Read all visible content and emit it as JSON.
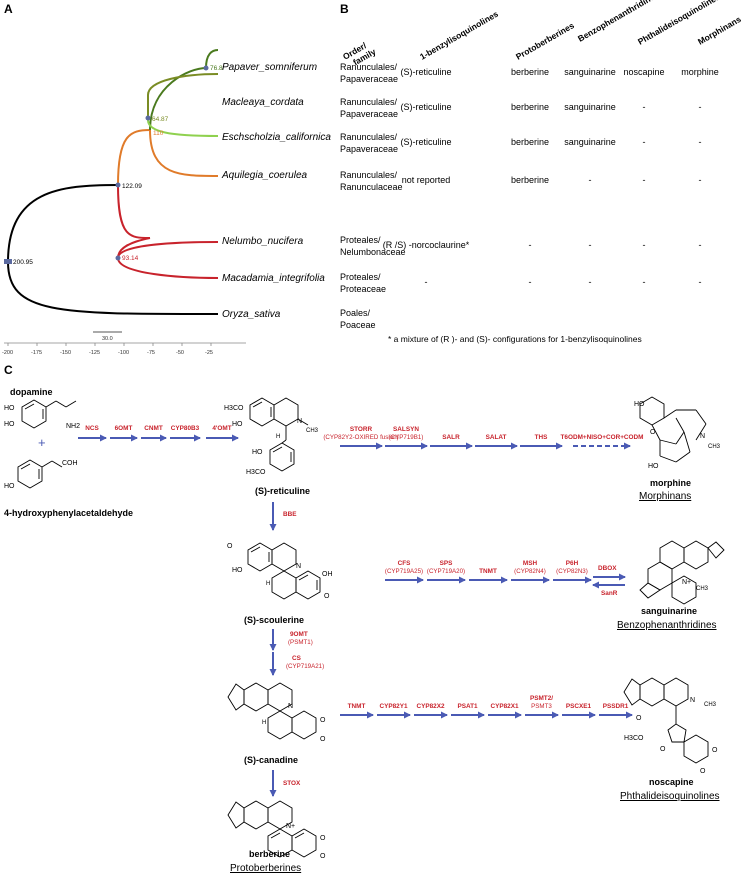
{
  "panels": {
    "a": "A",
    "b": "B",
    "c": "C"
  },
  "tree": {
    "species": [
      "Papaver_somniferum",
      "Macleaya_cordata",
      "Eschscholzia_californica",
      "Aquilegia_coerulea",
      "Nelumbo_nucifera",
      "Macadamia_integrifolia",
      "Oryza_sativa"
    ],
    "nodes": {
      "root": "200.95",
      "n2": "122.09",
      "n3": "110",
      "n4": "76.8",
      "n5": "64.87",
      "n6": "93.14"
    },
    "scale_label": "30.0",
    "axis_ticks": [
      "-200",
      "-175",
      "-150",
      "-125",
      "-100",
      "-75",
      "-50",
      "-25"
    ],
    "colors": {
      "root": "#000000",
      "ranunculales": "#e07b2a",
      "papaveraceae": "#4a7a1e",
      "macleaya": "#7a8c24",
      "eschscholzia": "#8fd14f",
      "proteales": "#c8232c",
      "node_marker": "#5b6aa0"
    }
  },
  "table": {
    "headers": [
      "Order/ family",
      "1-benzylisoquinolines",
      "Protoberberines",
      "Benzophenanthridines",
      "Phthalideisoquinolines",
      "Morphinans"
    ],
    "rows": [
      {
        "order": "Ranunculales/",
        "family": "Papaveraceae",
        "cells": [
          "(S)-reticuline",
          "berberine",
          "sanguinarine",
          "noscapine",
          "morphine"
        ]
      },
      {
        "order": "Ranunculales/",
        "family": "Papaveraceae",
        "cells": [
          "(S)-reticuline",
          "berberine",
          "sanguinarine",
          "-",
          "-"
        ]
      },
      {
        "order": "Ranunculales/",
        "family": "Papaveraceae",
        "cells": [
          "(S)-reticuline",
          "berberine",
          "sanguinarine",
          "-",
          "-"
        ]
      },
      {
        "order": "Ranunculales/",
        "family": "Ranunculaceae",
        "cells": [
          "not reported",
          "berberine",
          "-",
          "-",
          "-"
        ]
      },
      {
        "order": "Proteales/",
        "family": "Nelumbonaceae",
        "cells": [
          "(R /S) -norcoclaurine*",
          "-",
          "-",
          "-",
          "-"
        ]
      },
      {
        "order": "Proteales/",
        "family": "Proteaceae",
        "cells": [
          "-",
          "-",
          "-",
          "-",
          "-"
        ]
      },
      {
        "order": "Poales/",
        "family": "Poaceae",
        "cells": [
          "",
          "",
          "",
          "",
          ""
        ]
      }
    ],
    "footnote": "* a mixture of (R )- and (S)- configurations for 1-benzylisoquinolines"
  },
  "pathway": {
    "compounds": {
      "dopamine": "dopamine",
      "hpaa": "4-hydroxyphenylacetaldehyde",
      "reticuline": "(S)-reticuline",
      "scoulerine": "(S)-scoulerine",
      "canadine": "(S)-canadine",
      "berberine": "berberine",
      "morphine": "morphine",
      "sanguinarine": "sanguinarine",
      "noscapine": "noscapine"
    },
    "classes": {
      "morphine": "Morphinans",
      "sanguinarine": "Benzophenanthridines",
      "noscapine": "Phthalideisoquinolines",
      "berberine": "Protoberberines"
    },
    "plus": "+",
    "row1_enzymes": [
      "NCS",
      "6OMT",
      "CNMT",
      "CYP80B3",
      "4'OMT"
    ],
    "morphine_steps": [
      {
        "name": "STORR",
        "sub": "(CYP82Y2-OXIRED fusion)"
      },
      {
        "name": "SALSYN",
        "sub": "(CYP719B1)"
      },
      {
        "name": "SALR",
        "sub": ""
      },
      {
        "name": "SALAT",
        "sub": ""
      },
      {
        "name": "THS",
        "sub": ""
      },
      {
        "name": "T6ODM+NISO+COR+CODM",
        "sub": ""
      }
    ],
    "bbe": "BBE",
    "sanguinarine_steps": [
      {
        "name": "CFS",
        "sub": "(CYP719A25)"
      },
      {
        "name": "SPS",
        "sub": "(CYP719A20)"
      },
      {
        "name": "TNMT",
        "sub": ""
      },
      {
        "name": "MSH",
        "sub": "(CYP82N4)"
      },
      {
        "name": "P6H",
        "sub": "(CYP82N3)"
      }
    ],
    "dbox": "DBOX",
    "sanr": "SanR",
    "omt9": {
      "name": "9OMT",
      "sub": "(PSMT1)"
    },
    "cs": {
      "name": "CS",
      "sub": "(CYP719A21)"
    },
    "noscapine_steps": [
      {
        "name": "TNMT",
        "sub": ""
      },
      {
        "name": "CYP82Y1",
        "sub": ""
      },
      {
        "name": "CYP82X2",
        "sub": ""
      },
      {
        "name": "PSAT1",
        "sub": ""
      },
      {
        "name": "CYP82X1",
        "sub": ""
      },
      {
        "name": "PSMT2/",
        "sub": "PSMT3"
      },
      {
        "name": "PSCXE1",
        "sub": ""
      },
      {
        "name": "PSSDR1",
        "sub": ""
      }
    ],
    "stox": "STOX",
    "atoms": {
      "ho": "HO",
      "nh2": "NH2",
      "cooh": "COH",
      "h3co": "H3CO",
      "ch3": "CH3",
      "h": "H",
      "n": "N",
      "o": "O",
      "oh": "OH",
      "nplus": "N+"
    },
    "arrow_color": "#4a5ab4"
  }
}
